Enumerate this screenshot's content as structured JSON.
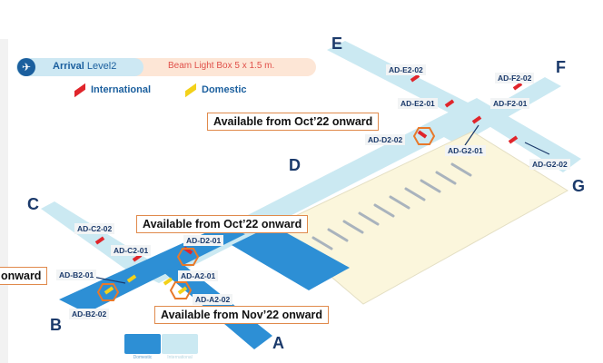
{
  "header": {
    "arrival_bold": "Arrival",
    "arrival_level": "Level2",
    "beam_light_box": "Beam Light Box 5 x 1.5 m.",
    "plane_icon": "airplane-arrival-icon"
  },
  "legend": {
    "international": {
      "label": "International",
      "color": "#e0252b"
    },
    "domestic": {
      "label": "Domestic",
      "color": "#f3d11a"
    }
  },
  "concourses": {
    "A": "A",
    "B": "B",
    "C": "C",
    "D": "D",
    "E": "E",
    "F": "F",
    "G": "G"
  },
  "locations": {
    "e2_02": "AD-E2-02",
    "e2_01": "AD-E2-01",
    "f2_02": "AD-F2-02",
    "f2_01": "AD-F2-01",
    "d2_02": "AD-D2-02",
    "g2_01": "AD-G2-01",
    "g2_02": "AD-G2-02",
    "c2_02": "AD-C2-02",
    "c2_01": "AD-C2-01",
    "d2_01": "AD-D2-01",
    "b2_01": "AD-B2-01",
    "a2_01": "AD-A2-01",
    "a2_02": "AD-A2-02",
    "b2_02": "AD-B2-02"
  },
  "callouts": {
    "oct22_top": "Available from Oct’22 onward",
    "oct22_mid": "Available from Oct’22 onward",
    "onward_left": "onward",
    "nov22": "Available from Nov’22 onward"
  },
  "bottom_legend": {
    "domestic": "Domestic",
    "international": "International",
    "domestic_color": "#2d8fd5",
    "international_color": "#cbe9f2"
  },
  "colors": {
    "concourse_domestic": "#2d8fd5",
    "concourse_international": "#cbe9f2",
    "terminal": "#fbf6dc",
    "highlight": "#e8792a",
    "text_dark_blue": "#1b3a6b"
  }
}
